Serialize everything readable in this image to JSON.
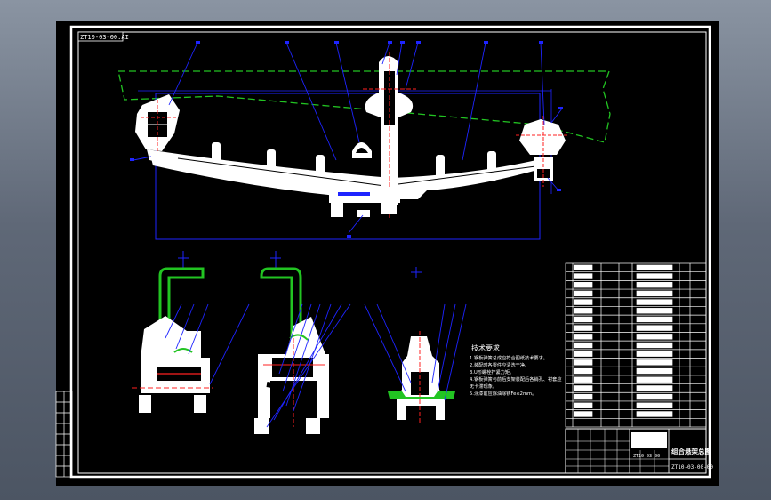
{
  "drawing": {
    "corner_code": "ZT10-03-00.AI",
    "title": "组合悬架总图",
    "drawing_no": "ZT10-03-00-00",
    "colors": {
      "background": "#000000",
      "frame": "#ffffff",
      "leader": "#1e24ff",
      "centerline": "#ff2020",
      "phantom": "#22c422",
      "part_fill": "#ffffff"
    },
    "notes": {
      "heading": "技术要求",
      "lines": [
        "1.钢板弹簧总成应符合图纸技术要求。",
        "2.装配时各零件应清洗干净。",
        "3.U形螺栓拧紧力矩。",
        "4.钢板弹簧与前后支架装配后各销孔、衬套应",
        "无卡滞现象。",
        "5.涂漆前应除油除锈Fe≤2mm。"
      ]
    },
    "parts_list_rows": 19,
    "title_block": {
      "left_label": "",
      "center_code": "ZT10-03-00"
    }
  }
}
